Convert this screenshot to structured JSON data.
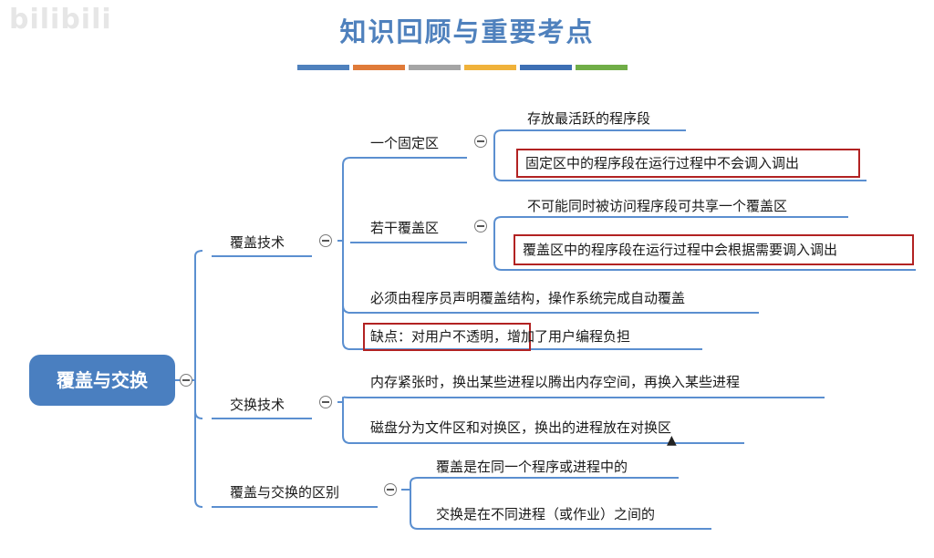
{
  "watermark": "bilibili",
  "title": "知识回顾与重要考点",
  "title_bar_colors": [
    "#4f81bd",
    "#e07b39",
    "#a5a5a5",
    "#f0b23a",
    "#3d6fb4",
    "#70ad47"
  ],
  "root": {
    "label": "覆盖与交换"
  },
  "branches": {
    "overlay": {
      "label": "覆盖技术",
      "fixed_area": {
        "label": "一个固定区",
        "items": [
          "存放最活跃的程序段",
          "固定区中的程序段在运行过程中不会调入调出"
        ]
      },
      "overlay_areas": {
        "label": "若干覆盖区",
        "items": [
          "不可能同时被访问程序段可共享一个覆盖区",
          "覆盖区中的程序段在运行过程中会根据需要调入调出"
        ]
      },
      "declare": "必须由程序员声明覆盖结构，操作系统完成自动覆盖",
      "drawback": "缺点：对用户不透明，增加了用户编程负担"
    },
    "swap": {
      "label": "交换技术",
      "items": [
        "内存紧张时，换出某些进程以腾出内存空间，再换入某些进程",
        "磁盘分为文件区和对换区，换出的进程放在对换区"
      ]
    },
    "diff": {
      "label": "覆盖与交换的区别",
      "items": [
        "覆盖是在同一个程序或进程中的",
        "交换是在不同进程（或作业）之间的"
      ]
    }
  },
  "colors": {
    "accent": "#4a7fc0",
    "highlight": "#b22222",
    "line": "#5b8fd0"
  }
}
